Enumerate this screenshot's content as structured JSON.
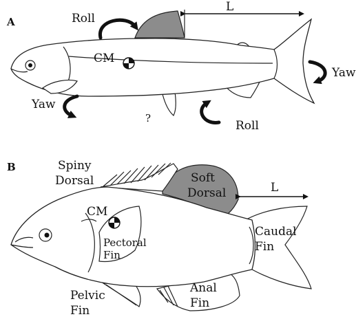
{
  "panel_a": {
    "letter": "A",
    "labels": {
      "roll_top": "Roll",
      "roll_bottom": "Roll",
      "yaw_left": "Yaw",
      "yaw_right": "Yaw",
      "cm": "CM",
      "length": "L",
      "unknown": "?"
    }
  },
  "panel_b": {
    "letter": "B",
    "labels": {
      "spiny_1": "Spiny",
      "spiny_2": "Dorsal",
      "soft_1": "Soft",
      "soft_2": "Dorsal",
      "length": "L",
      "cm": "CM",
      "pectoral_1": "Pectoral",
      "pectoral_2": "Fin",
      "caudal_1": "Caudal",
      "caudal_2": "Fin",
      "pelvic_1": "Pelvic",
      "pelvic_2": "Fin",
      "anal_1": "Anal",
      "anal_2": "Fin"
    }
  },
  "colors": {
    "highlight_fin": "#8c8c8c",
    "outline": "#222222"
  }
}
